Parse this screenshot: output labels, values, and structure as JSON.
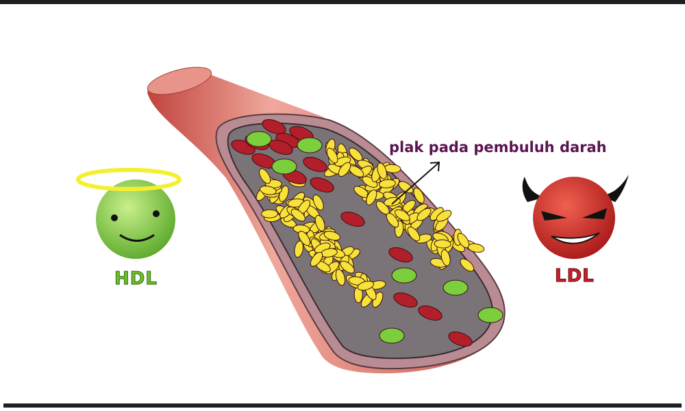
{
  "labels": {
    "plaque": "plak pada pembuluh darah",
    "hdl": "HDL",
    "ldl": "LDL"
  },
  "icons": [
    "halo-smiley-icon",
    "devil-face-icon",
    "blood-vessel-illustration",
    "arrow-icon"
  ],
  "colors": {
    "vessel": "#d9746a",
    "plaque": "#f7e23a",
    "red_cell": "#b21e2a",
    "green_cell": "#7ccf3c",
    "label_purple": "#5a1450",
    "hdl_green": "#6fbf2a",
    "ldl_red": "#c8202a"
  }
}
